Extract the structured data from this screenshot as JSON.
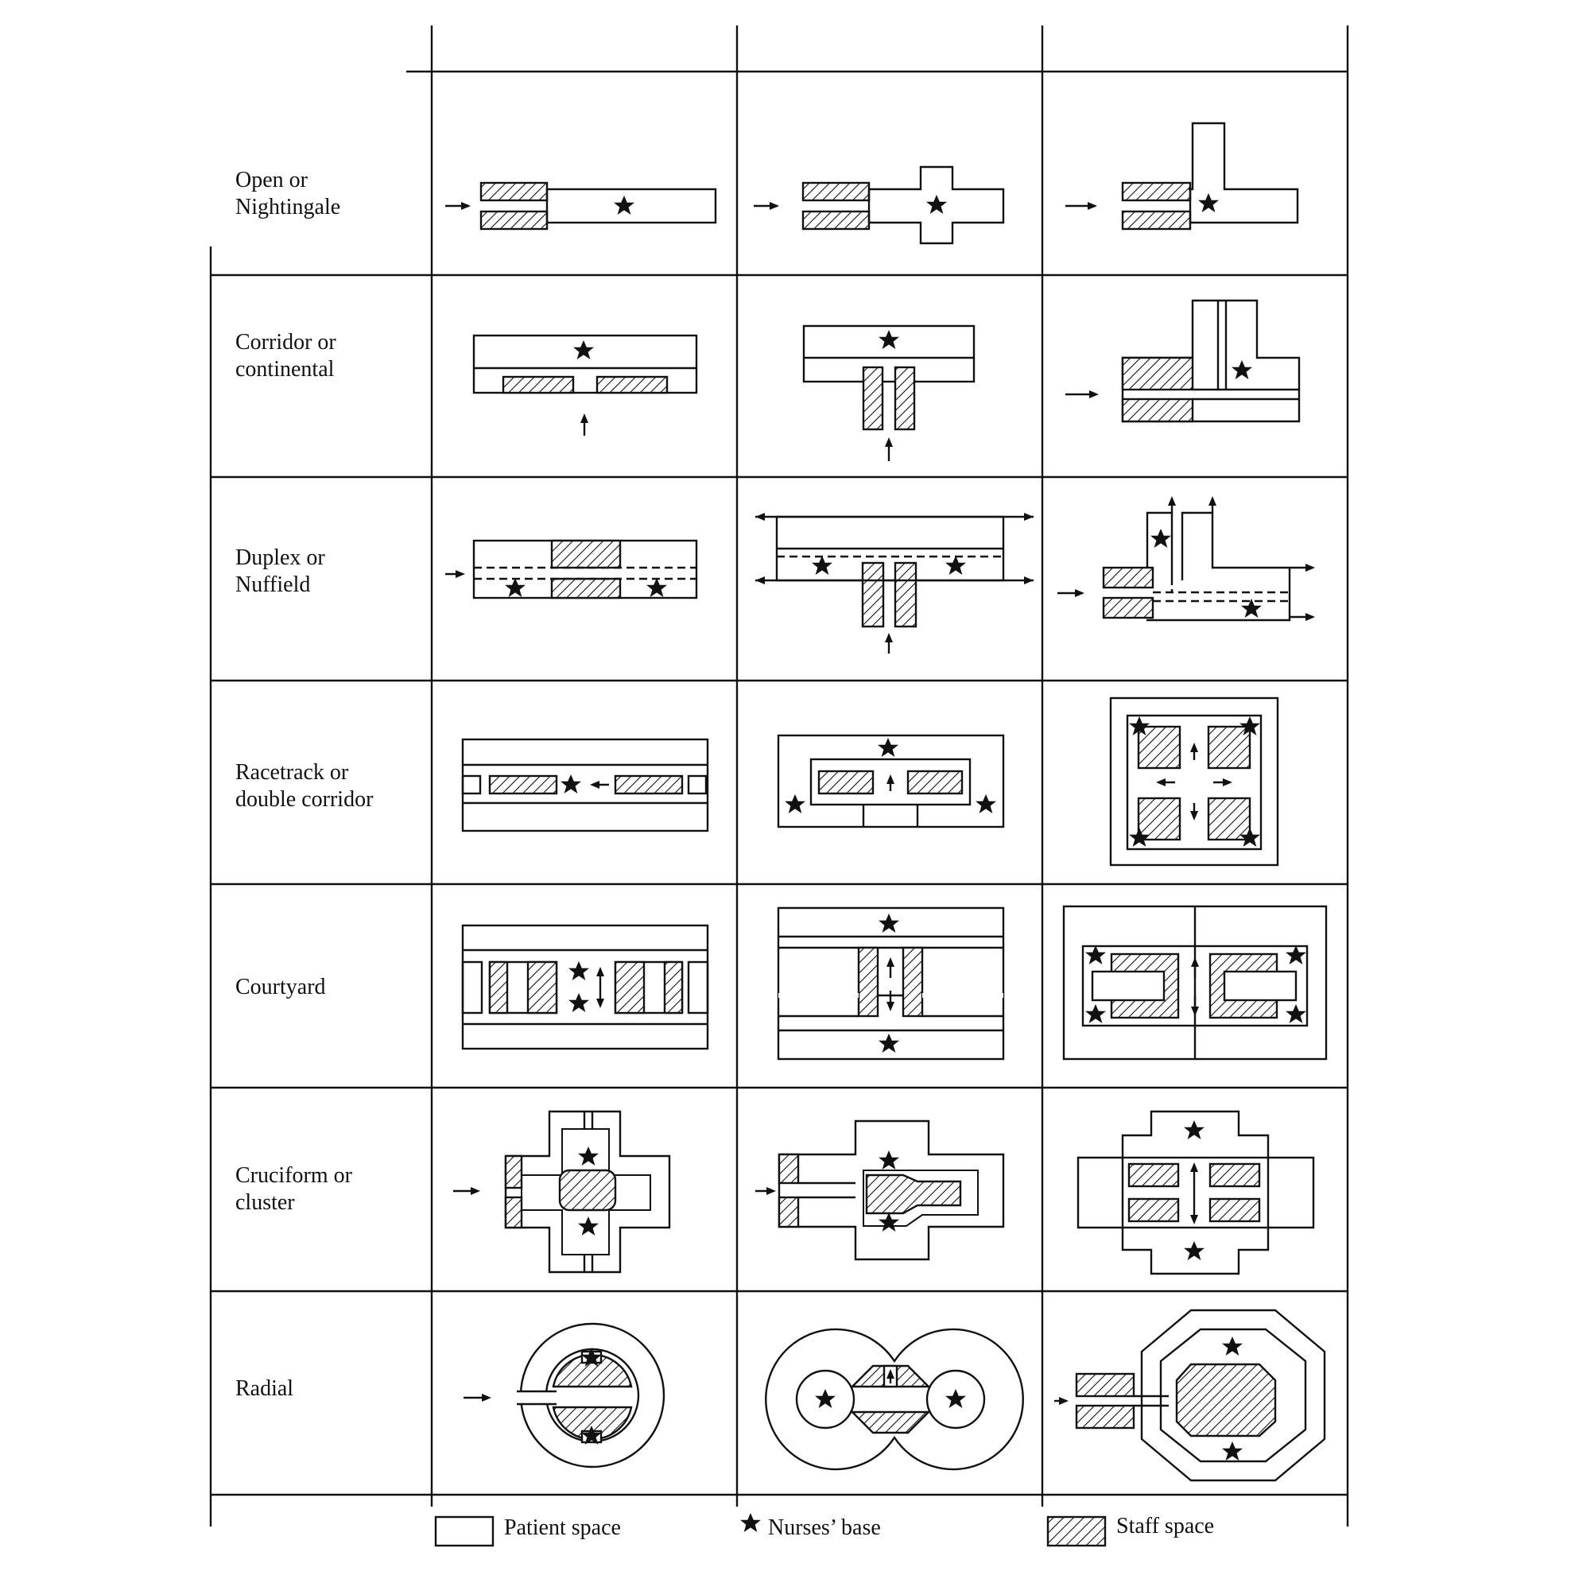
{
  "rows": [
    {
      "line1": "Open or",
      "line2": "Nightingale"
    },
    {
      "line1": "Corridor or",
      "line2": "continental"
    },
    {
      "line1": "Duplex or",
      "line2": "Nuffield"
    },
    {
      "line1": "Racetrack or",
      "line2": "double corridor"
    },
    {
      "line1": "Courtyard",
      "line2": ""
    },
    {
      "line1": "Cruciform or",
      "line2": "cluster"
    },
    {
      "line1": "Radial",
      "line2": ""
    }
  ],
  "legend": {
    "patient": "Patient space",
    "nurse": "Nurses’ base",
    "staff": "Staff space"
  },
  "colors": {
    "ink": "#111111",
    "paper": "#ffffff"
  },
  "icons": {
    "nurse_base": "star-icon",
    "circulation": "arrow-icon"
  }
}
